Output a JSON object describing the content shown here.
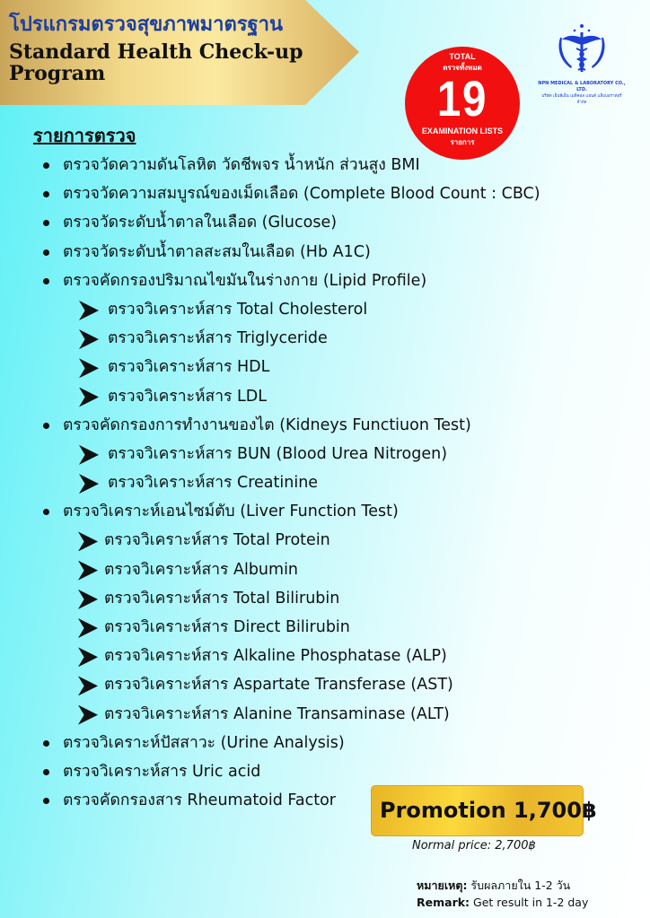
{
  "header": {
    "title_th": "โปรแกรมตรวจสุขภาพมาตรฐาน",
    "title_en": "Standard Health Check-up Program"
  },
  "badge": {
    "top_en": "TOTAL",
    "top_th": "ตรวจทั้งหมด",
    "count": "19",
    "bottom_en": "EXAMINATION LISTS",
    "bottom_th": "รายการ",
    "color": "#f20f0f"
  },
  "logo": {
    "name_en": "NPN MEDICAL & LABORATORY CO., LTD.",
    "name_th": "บริษัท เอ็นพีเอ็น เมดิคอล แอนด์ แล็บบอราทอรี่ จำกัด"
  },
  "section_heading": "รายการตรวจ",
  "items": [
    {
      "level": 1,
      "text": "ตรวจวัดความดันโลหิต วัดชีพจร น้ำหนัก ส่วนสูง BMI"
    },
    {
      "level": 1,
      "text": "ตรวจวัดความสมบูรณ์ของเม็ดเลือด (Complete Blood Count : CBC)"
    },
    {
      "level": 1,
      "text": "ตรวจวัดระดับน้ำตาลในเลือด (Glucose)"
    },
    {
      "level": 1,
      "text": "ตรวจวัดระดับน้ำตาลสะสมในเลือด (Hb A1C)"
    },
    {
      "level": 1,
      "text": "ตรวจคัดกรองปริมาณไขมันในร่างกาย (Lipid Profile)"
    },
    {
      "level": 2,
      "text": "ตรวจวิเคราะห์สาร Total Cholesterol"
    },
    {
      "level": 2,
      "text": "ตรวจวิเคราะห์สาร Triglyceride"
    },
    {
      "level": 2,
      "text": "ตรวจวิเคราะห์สาร HDL"
    },
    {
      "level": 2,
      "text": "ตรวจวิเคราะห์สาร LDL"
    },
    {
      "level": 1,
      "text": "ตรวจคัดกรองการทำงานของไต (Kidneys Functiuon Test)"
    },
    {
      "level": 2,
      "text": "ตรวจวิเคราะห์สาร BUN (Blood Urea Nitrogen)"
    },
    {
      "level": 2,
      "text": "ตรวจวิเคราะห์สาร Creatinine"
    },
    {
      "level": 1,
      "text": "ตรวจวิเคราะห์เอนไซม์ตับ (Liver Function Test)"
    },
    {
      "level": 3,
      "text": "ตรวจวิเคราะห์สาร Total Protein"
    },
    {
      "level": 3,
      "text": "ตรวจวิเคราะห์สาร Albumin"
    },
    {
      "level": 3,
      "text": "ตรวจวิเคราะห์สาร Total Bilirubin"
    },
    {
      "level": 3,
      "text": "ตรวจวิเคราะห์สาร Direct Bilirubin"
    },
    {
      "level": 3,
      "text": "ตรวจวิเคราะห์สาร Alkaline Phosphatase (ALP)"
    },
    {
      "level": 3,
      "text": "ตรวจวิเคราะห์สาร Aspartate Transferase (AST)"
    },
    {
      "level": 3,
      "text": "ตรวจวิเคราะห์สาร Alanine Transaminase (ALT)"
    },
    {
      "level": 1,
      "text": "ตรวจวิเคราะห์ปัสสาวะ (Urine Analysis)"
    },
    {
      "level": 1,
      "text": "ตรวจวิเคราะห์สาร Uric acid"
    },
    {
      "level": 1,
      "text": " ตรวจคัดกรองสาร Rheumatoid Factor"
    }
  ],
  "promo": {
    "label": "Promotion 1,700฿",
    "normal_price": "Normal price: 2,700฿"
  },
  "remark": {
    "th_label": "หมายเหตุ:",
    "th_text": " รับผลภายใน 1-2 วัน",
    "en_label": "Remark:",
    "en_text": " Get result in 1-2 day"
  }
}
